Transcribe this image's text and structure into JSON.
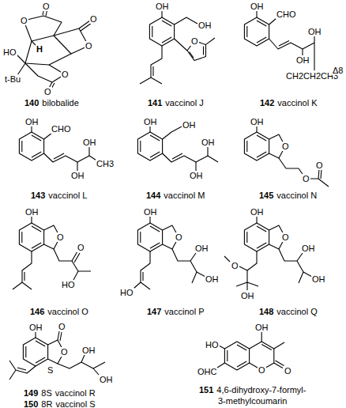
{
  "diagram": {
    "labels": [
      "O",
      "O",
      "O",
      "O",
      "HO",
      "H",
      "t-Bu",
      "O",
      "O",
      "140",
      "bilobalide",
      "OH",
      "OH",
      "O",
      "141",
      "vaccinol J",
      "OH",
      "CHO",
      "OH",
      "OH",
      "CH2CH2CH3",
      "Δ8",
      "142",
      "vaccinol K",
      "OH",
      "CHO",
      "OH",
      "OH",
      "CH3",
      "143",
      "vaccinol L",
      "OH",
      "OH",
      "OH",
      "OH",
      "144",
      "vaccinol M",
      "OH",
      "O",
      "O",
      "O",
      "145",
      "vaccinol N",
      "OH",
      "O",
      "O",
      "HO",
      "146",
      "vaccinol O",
      "OH",
      "O",
      "OH",
      "OH",
      "HO",
      "147",
      "vaccinol P",
      "OH",
      "O",
      "OH",
      "OH",
      "O",
      "OH",
      "148",
      "vaccinol Q",
      "OH",
      "O",
      "O",
      "S",
      "OH",
      "OH",
      "149",
      "8S",
      "vaccinol R",
      "150",
      "8R",
      "vaccinol S",
      "OH",
      "HO",
      "OHC",
      "O",
      "O",
      "151",
      "4,6-dihydroxy-7-formyl-",
      "3-methylcoumarin"
    ]
  }
}
